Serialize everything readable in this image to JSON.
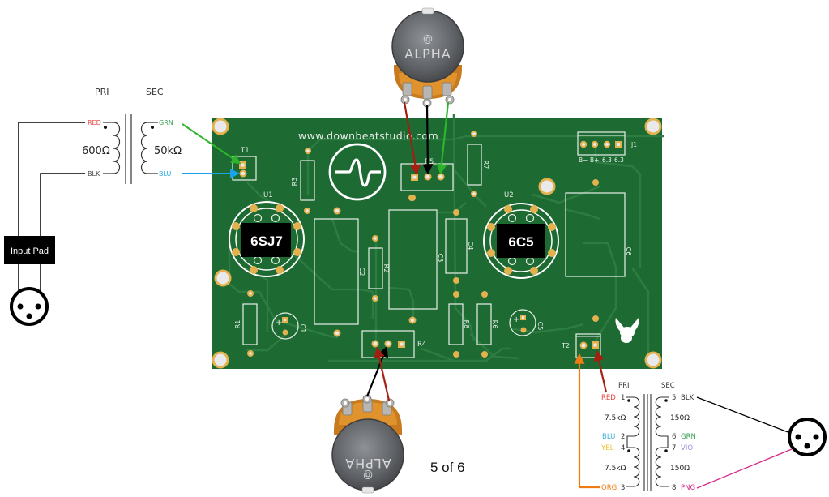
{
  "page_indicator": "5 of 6",
  "colors": {
    "pcb_green": "#1d6a33",
    "trace_green": "#2d7d42",
    "pad_gold": "#e3b24f",
    "wire_red": "#a31f12",
    "wire_black": "#000000",
    "wire_green": "#2db52a",
    "wire_blue": "#1aa3e6",
    "wire_orange": "#ef7c12",
    "wire_pink": "#d6288a"
  },
  "input_transformer": {
    "pri_heading": "PRI",
    "sec_heading": "SEC",
    "pri_impedance": "600Ω",
    "sec_impedance": "50kΩ",
    "pri_top_lead": "RED",
    "pri_bottom_lead": "BLK",
    "sec_top_lead": "GRN",
    "sec_bottom_lead": "BLU"
  },
  "input_pad": {
    "label": "Input Pad"
  },
  "output_transformer": {
    "pri_heading": "PRI",
    "sec_heading": "SEC",
    "pri_upper_impedance": "7.5kΩ",
    "pri_lower_impedance": "7.5kΩ",
    "sec_upper_impedance": "150Ω",
    "sec_lower_impedance": "150Ω",
    "pri_leads": [
      {
        "color_name": "RED",
        "pin": "1"
      },
      {
        "color_name": "BLU",
        "pin": "2"
      },
      {
        "color_name": "YEL",
        "pin": "4"
      },
      {
        "color_name": "ORG",
        "pin": "3"
      }
    ],
    "sec_leads": [
      {
        "pin": "5",
        "color_name": "BLK"
      },
      {
        "pin": "6",
        "color_name": "GRN"
      },
      {
        "pin": "7",
        "color_name": "VIO"
      },
      {
        "pin": "8",
        "color_name": "PNG"
      }
    ]
  },
  "pcb": {
    "url_text": "www.downbeatstudio.com",
    "tubes": [
      {
        "ref": "U1",
        "type": "6SJ7"
      },
      {
        "ref": "U2",
        "type": "6C5"
      }
    ],
    "refs": {
      "t1": "T1",
      "t2": "T2",
      "j1": "J1",
      "r1": "R1",
      "r2": "R2",
      "r3": "R3",
      "r4": "R4",
      "r5": "R5",
      "r6": "R6",
      "r7": "R7",
      "r8": "R8",
      "c1": "C1",
      "c2": "C2",
      "c3": "C3",
      "c4": "C4",
      "c5": "C5",
      "c6": "C6"
    },
    "j1_pins": [
      "B−",
      "B+",
      "6.3",
      "6.3"
    ]
  },
  "pots": {
    "top": {
      "brand": "ALPHA",
      "logo": "@"
    },
    "bottom": {
      "brand": "ALPHA",
      "logo": "@"
    }
  }
}
